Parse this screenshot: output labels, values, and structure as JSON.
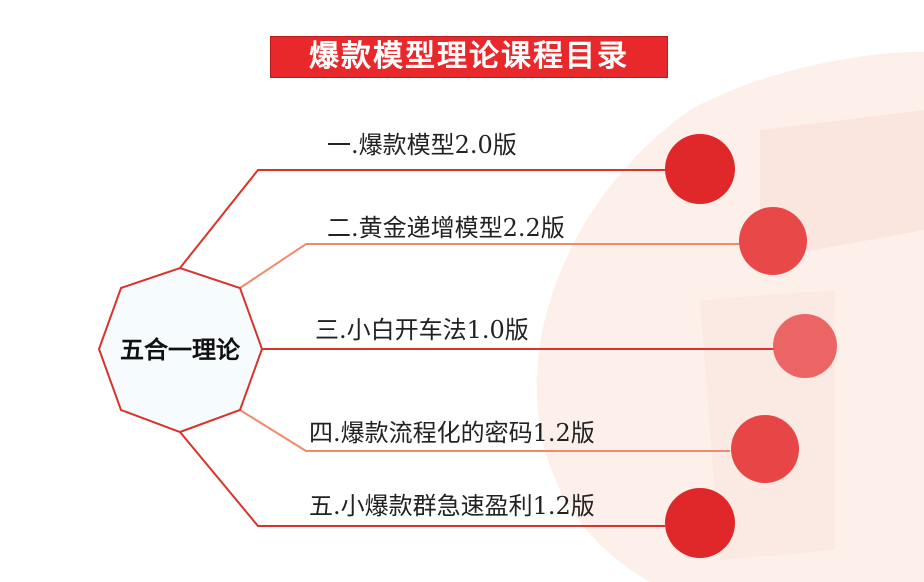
{
  "title": "爆款模型理论课程目录",
  "hub": {
    "label": "五合一理论"
  },
  "branches": [
    {
      "label": "一.爆款模型2.0版"
    },
    {
      "label": "二.黄金递增模型2.2版"
    },
    {
      "label": "三.小白开车法1.0版"
    },
    {
      "label": "四.爆款流程化的密码1.2版"
    },
    {
      "label": "五.小爆款群急速盈利1.2版"
    }
  ],
  "colors": {
    "title_bg": "#e8282a",
    "hub_border": "#d9342b",
    "hub_fill": "#f6fbfd",
    "line_main": "#d9342b",
    "line_light": "#f08a6a",
    "node_colors": [
      "#e0282a",
      "#e94848",
      "#ec6565",
      "#e84646",
      "#e0282a"
    ],
    "background_logo": "#fbe4dc"
  }
}
